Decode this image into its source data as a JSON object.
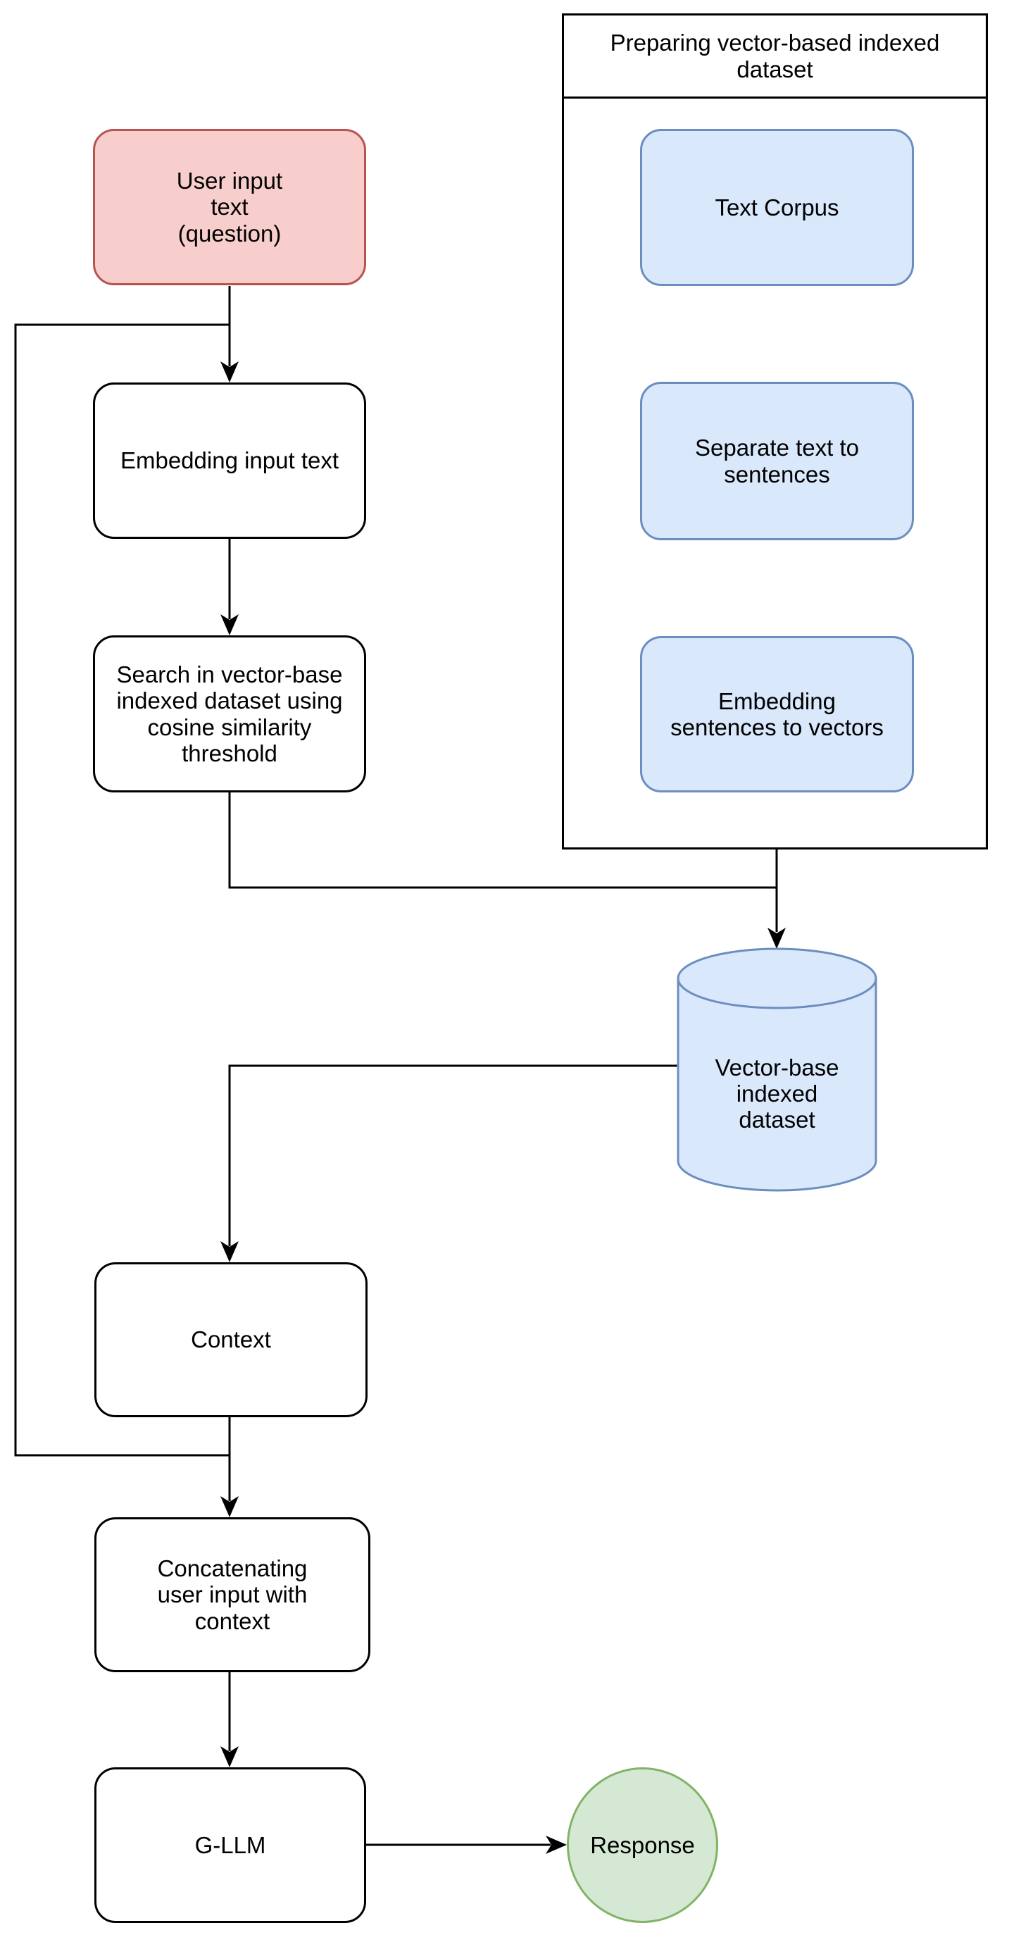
{
  "diagram": {
    "background": "#ffffff",
    "edge_color": "#000000",
    "container": {
      "title": "Preparing vector-based indexed\ndataset",
      "fill": "#ffffff",
      "stroke": "#000000"
    },
    "nodes": {
      "user_input": {
        "label": "User input\ntext\n(question)",
        "fill": "#f8cecc",
        "stroke": "#b85450"
      },
      "embedding_input": {
        "label": "Embedding input text",
        "fill": "#ffffff",
        "stroke": "#000000"
      },
      "search": {
        "label": "Search in vector-base\nindexed dataset using\ncosine similarity\nthreshold",
        "fill": "#ffffff",
        "stroke": "#000000"
      },
      "text_corpus": {
        "label": "Text Corpus",
        "fill": "#dae8fc",
        "stroke": "#6c8ebf"
      },
      "separate": {
        "label": "Separate text to\nsentences",
        "fill": "#dae8fc",
        "stroke": "#6c8ebf"
      },
      "embed_sentences": {
        "label": "Embedding\nsentences to vectors",
        "fill": "#dae8fc",
        "stroke": "#6c8ebf"
      },
      "vector_db": {
        "label": "Vector-base\nindexed\ndataset",
        "fill": "#dae8fc",
        "stroke": "#6c8ebf"
      },
      "context": {
        "label": "Context",
        "fill": "#ffffff",
        "stroke": "#000000"
      },
      "concatenate": {
        "label": "Concatenating\nuser input with\ncontext",
        "fill": "#ffffff",
        "stroke": "#000000"
      },
      "g_llm": {
        "label": "G-LLM",
        "fill": "#ffffff",
        "stroke": "#000000"
      },
      "response": {
        "label": "Response",
        "fill": "#d5e8d4",
        "stroke": "#82b366"
      }
    }
  }
}
